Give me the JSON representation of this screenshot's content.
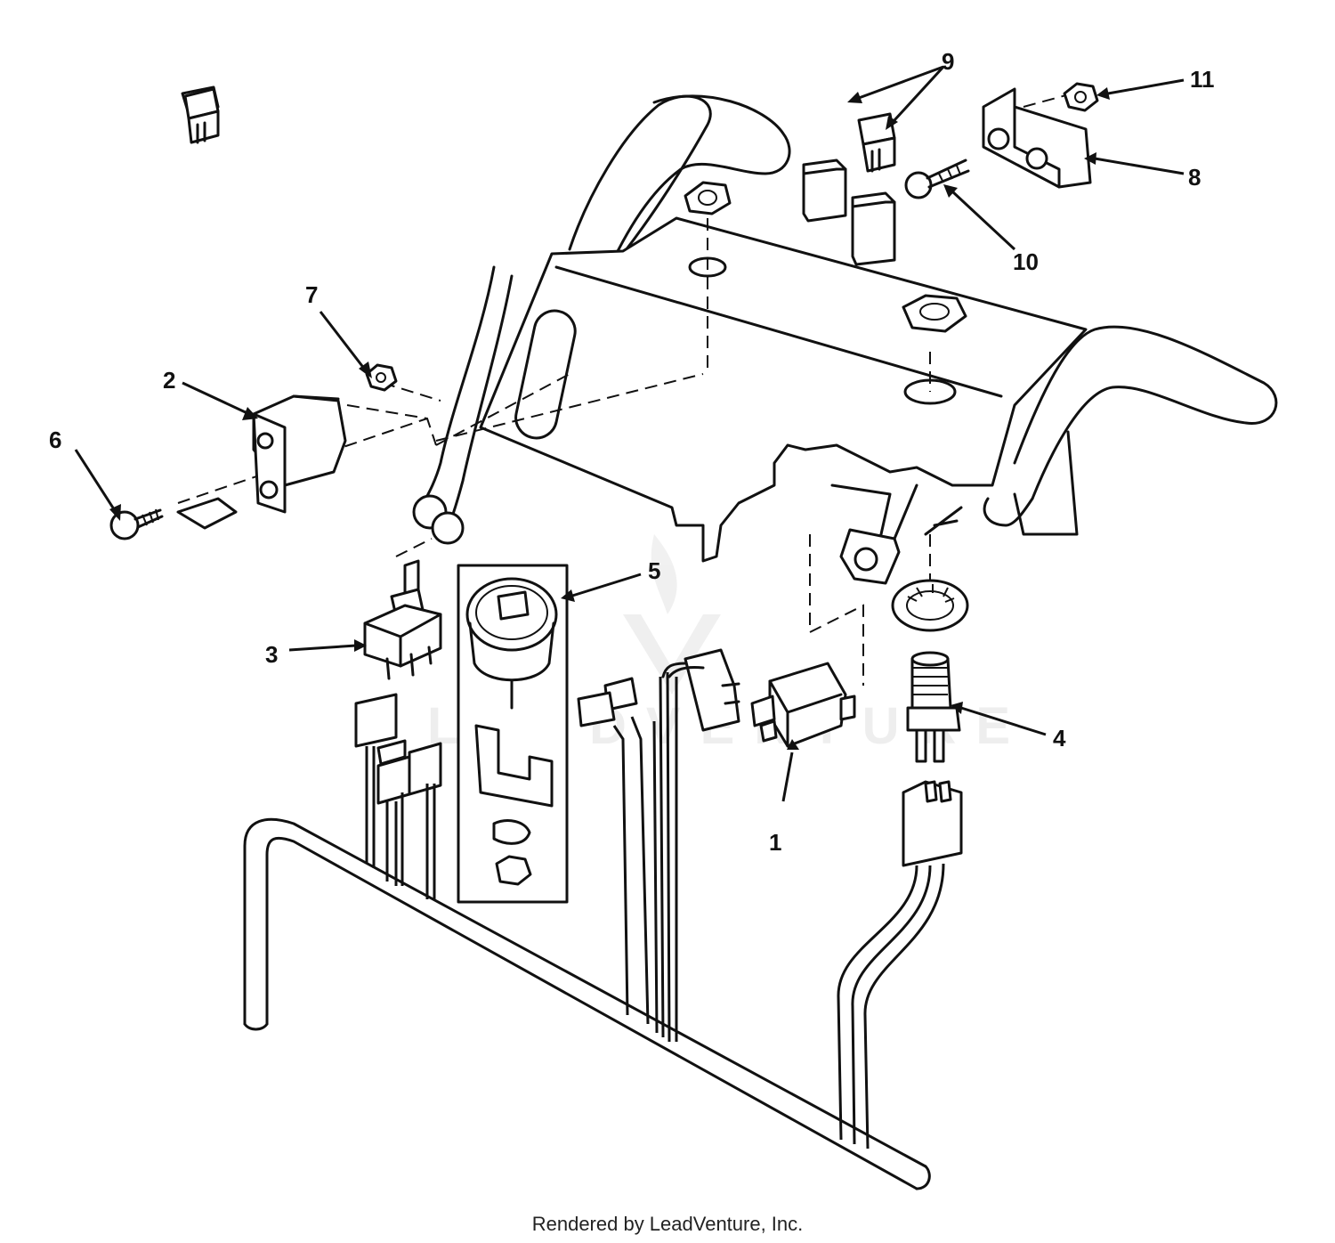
{
  "diagram": {
    "callouts": [
      {
        "id": "1",
        "label": "1",
        "part": "limit-switch"
      },
      {
        "id": "2",
        "label": "2",
        "part": "switch-bracket"
      },
      {
        "id": "3",
        "label": "3",
        "part": "toggle-switch"
      },
      {
        "id": "4",
        "label": "4",
        "part": "ignition-key-switch"
      },
      {
        "id": "5",
        "label": "5",
        "part": "hour-meter-kit"
      },
      {
        "id": "6",
        "label": "6",
        "part": "screw"
      },
      {
        "id": "7",
        "label": "7",
        "part": "nut"
      },
      {
        "id": "8",
        "label": "8",
        "part": "fuse-holder-bracket"
      },
      {
        "id": "9",
        "label": "9",
        "part": "fuse"
      },
      {
        "id": "10",
        "label": "10",
        "part": "screw"
      },
      {
        "id": "11",
        "label": "11",
        "part": "nut"
      }
    ],
    "watermark": "LEADVENTURE",
    "line_color": "#111111",
    "background": "#ffffff"
  },
  "footer": {
    "text": "Rendered by LeadVenture, Inc."
  }
}
